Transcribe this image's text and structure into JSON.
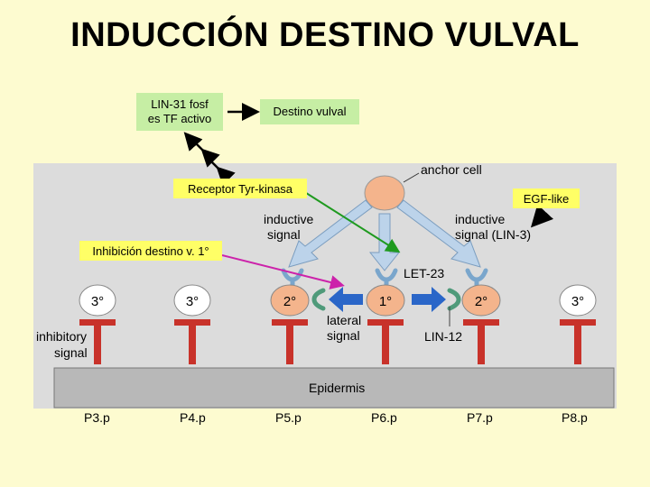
{
  "title": "INDUCCIÓN DESTINO VULVAL",
  "boxes": {
    "lin31": "LIN-31 fosf\nes TF activo",
    "destino": "Destino vulval",
    "receptor": "Receptor Tyr-kinasa",
    "egf": "EGF-like",
    "inhibicion": "Inhibición destino v. 1°"
  },
  "diagram": {
    "anchor_cell": "anchor cell",
    "inductive_left": [
      "inductive",
      "signal"
    ],
    "inductive_right": [
      "inductive",
      "signal (LIN-3)"
    ],
    "let23": "LET-23",
    "lateral": [
      "lateral",
      "signal"
    ],
    "lin12": "LIN-12",
    "inhibitory": [
      "inhibitory",
      "signal"
    ],
    "epidermis": "Epidermis",
    "cells": [
      "3°",
      "3°",
      "2°",
      "1°",
      "2°",
      "3°"
    ]
  },
  "cell_labels": [
    "P3.p",
    "P4.p",
    "P5.p",
    "P6.p",
    "P7.p",
    "P8.p"
  ],
  "colors": {
    "background": "#fdfbd0",
    "green_box": "#c6eea4",
    "yellow_box": "#ffff66",
    "panel": "#dcdcdc",
    "inhibitor_red": "#c8322a",
    "cell_orange": "#f4b48c",
    "receptor_blue": "#7aa6cc",
    "lateral_green": "#4f9a7a",
    "arrow_green": "#1f9a1f",
    "arrow_magenta": "#cc22aa"
  }
}
